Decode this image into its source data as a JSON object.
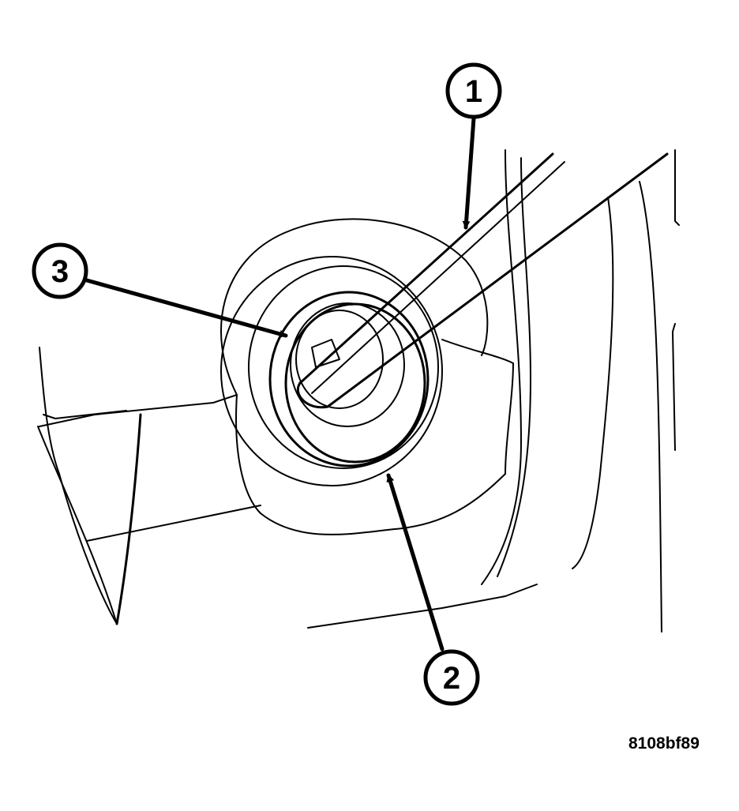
{
  "callouts": [
    {
      "id": "1",
      "label": "1"
    },
    {
      "id": "2",
      "label": "2"
    },
    {
      "id": "3",
      "label": "3"
    }
  ],
  "figure_code": "8108bf89"
}
